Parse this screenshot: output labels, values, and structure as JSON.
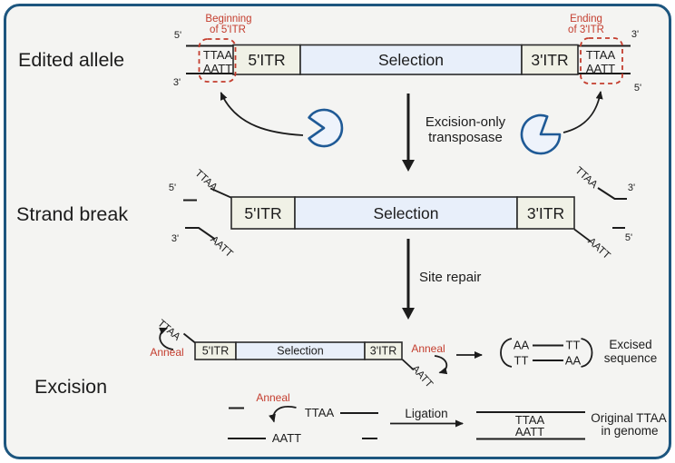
{
  "figure": {
    "background": "#f4f4f2",
    "border_color": "#1d567f",
    "red_accent": "#c43d2e",
    "transposase_stroke": "#1f5a96",
    "transposase_fill": "#eef3fb",
    "itr_box_fill": "#f0f1e6",
    "selection_box_fill": "#e8effa"
  },
  "edited_allele": {
    "label": "Edited allele",
    "beginning_note": [
      "Beginning",
      "of 5'ITR"
    ],
    "ending_note": [
      "Ending",
      "of 3'ITR"
    ],
    "ends": {
      "top_left": "5'",
      "bottom_left": "3'",
      "top_right": "3'",
      "bottom_right": "5'"
    },
    "left_site": {
      "top": "TTAA",
      "bottom": "AATT"
    },
    "right_site": {
      "top": "TTAA",
      "bottom": "AATT"
    },
    "bar": {
      "itr5": "5'ITR",
      "selection": "Selection",
      "itr3": "3'ITR"
    }
  },
  "step1": {
    "line1": "Excision-only",
    "line2": "transposase"
  },
  "strand_break": {
    "label": "Strand break",
    "left": {
      "five": "5'",
      "three": "3'",
      "ttaa": "TTAA",
      "aatt": "AATT"
    },
    "right": {
      "three": "3'",
      "five": "5'",
      "ttaa": "TTAA",
      "aatt": "AATT"
    },
    "bar": {
      "itr5": "5'ITR",
      "selection": "Selection",
      "itr3": "3'ITR"
    }
  },
  "step2": {
    "label": "Site repair"
  },
  "excision": {
    "label": "Excision",
    "repaired": {
      "anneal_left": "Anneal",
      "ttaa_left": "TTAA",
      "bar": {
        "itr5": "5'ITR",
        "selection": "Selection",
        "itr3": "3'ITR"
      },
      "anneal_right": "Anneal",
      "aatt_right": "AATT"
    },
    "excised": {
      "top_left": "AA",
      "top_right": "TT",
      "bottom_left": "TT",
      "bottom_right": "AA",
      "caption": [
        "Excised",
        "sequence"
      ]
    },
    "ligation": {
      "anneal": "Anneal",
      "ttaa": "TTAA",
      "aatt": "AATT",
      "label": "Ligation",
      "result_top": "TTAA",
      "result_bottom": "AATT",
      "caption": [
        "Original TTAA",
        "in genome"
      ]
    }
  }
}
